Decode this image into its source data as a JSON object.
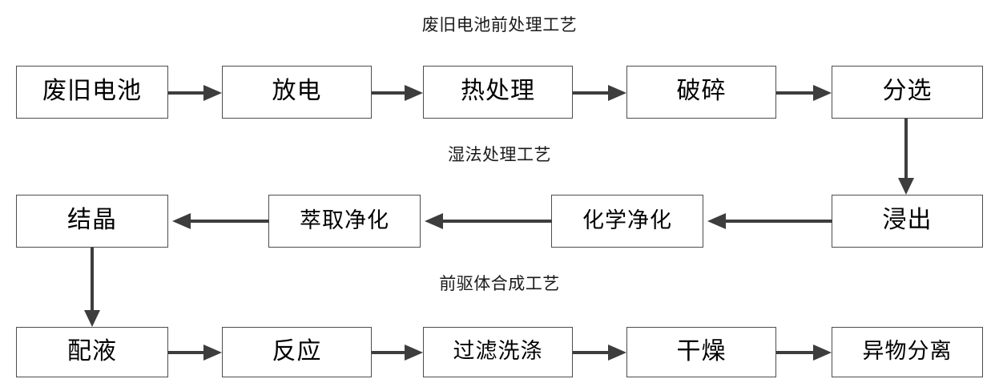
{
  "diagram": {
    "title_group_1": "废旧电池前处理工艺",
    "title_group_2": "湿法处理工艺",
    "title_group_3": "前驱体合成工艺",
    "stroke_color": "#4d4d4d",
    "arrow_color": "#3d3d3d",
    "background": "#ffffff",
    "text_color": "#000000"
  },
  "rows": {
    "pretreatment": {
      "label": "废旧电池前处理工艺",
      "nodes": [
        {
          "id": "waste-battery",
          "label": "废旧电池"
        },
        {
          "id": "discharge",
          "label": "放电"
        },
        {
          "id": "heat-treatment",
          "label": "热处理"
        },
        {
          "id": "crushing",
          "label": "破碎"
        },
        {
          "id": "sorting",
          "label": "分选"
        }
      ]
    },
    "hydrometallurgy": {
      "label": "湿法处理工艺",
      "nodes": [
        {
          "id": "crystallization",
          "label": "结晶"
        },
        {
          "id": "extraction-purification",
          "label": "萃取净化"
        },
        {
          "id": "chemical-purification",
          "label": "化学净化"
        },
        {
          "id": "leaching",
          "label": "浸出"
        }
      ]
    },
    "precursor": {
      "label": "前驱体合成工艺",
      "nodes": [
        {
          "id": "solution-preparation",
          "label": "配液"
        },
        {
          "id": "reaction",
          "label": "反应"
        },
        {
          "id": "filtration-washing",
          "label": "过滤洗涤"
        },
        {
          "id": "drying",
          "label": "干燥"
        },
        {
          "id": "foreign-matter-separation",
          "label": "异物分离"
        }
      ]
    }
  },
  "flow": {
    "row1_direction": "left-to-right",
    "row2_direction": "right-to-left",
    "row3_direction": "left-to-right",
    "vertical_links": [
      {
        "from": "sorting",
        "to": "leaching"
      },
      {
        "from": "crystallization",
        "to": "solution-preparation"
      }
    ]
  }
}
